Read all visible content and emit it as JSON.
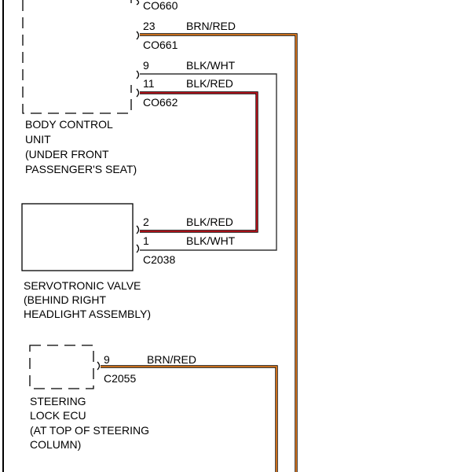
{
  "colors": {
    "brn_red_wire": "#e07b1f",
    "blk_red_wire": "#c0121c",
    "blk_wht_wire": "#222222",
    "outline": "#000000",
    "background": "#ffffff"
  },
  "components": {
    "bcm": {
      "name_lines": [
        "BODY CONTROL",
        "UNIT",
        "(UNDER FRONT",
        "PASSENGER'S SEAT)"
      ],
      "connectors": [
        "CO660",
        "CO661",
        "CO662"
      ],
      "pins": [
        {
          "pin": "23",
          "wire": "BRN/RED"
        },
        {
          "pin": "9",
          "wire": "BLK/WHT"
        },
        {
          "pin": "11",
          "wire": "BLK/RED"
        }
      ]
    },
    "servotronic": {
      "name_lines": [
        "SERVOTRONIC VALVE",
        "(BEHIND RIGHT",
        "HEADLIGHT ASSEMBLY)"
      ],
      "connector": "C2038",
      "pins": [
        {
          "pin": "2",
          "wire": "BLK/RED"
        },
        {
          "pin": "1",
          "wire": "BLK/WHT"
        }
      ]
    },
    "steering_lock": {
      "name_lines": [
        "STEERING",
        "LOCK ECU",
        "(AT TOP OF STEERING",
        "COLUMN)"
      ],
      "connector": "C2055",
      "pins": [
        {
          "pin": "9",
          "wire": "BRN/RED"
        }
      ]
    }
  }
}
